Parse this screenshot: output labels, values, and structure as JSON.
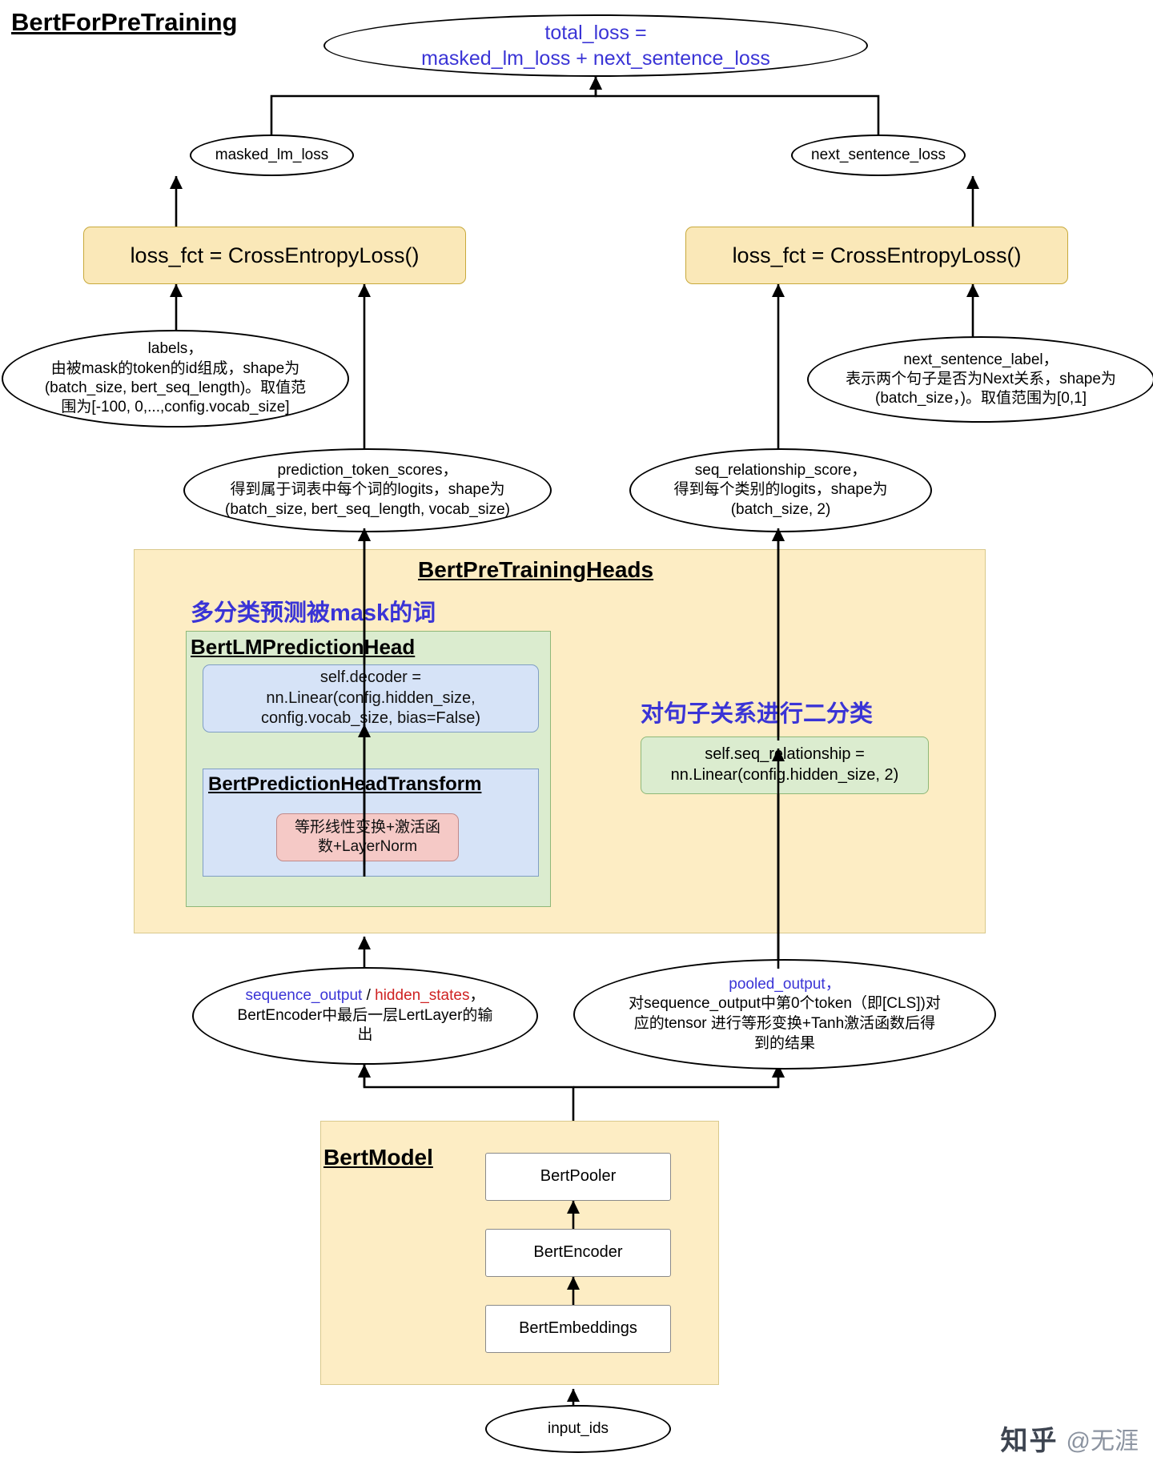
{
  "diagram": {
    "title": "BertForPreTraining",
    "watermark": {
      "site": "知乎",
      "handle": "@无涯"
    }
  },
  "colors": {
    "accent_blue": "#3a34d6",
    "accent_red": "#cf2222",
    "panel_yellow": "#fdedc4",
    "panel_green": "#dbeccf",
    "panel_blue": "#d6e3f7",
    "node_red": "#f5c9c6",
    "node_yellow": "#fae8b8"
  },
  "nodes": {
    "total_loss": "total_loss =\nmasked_lm_loss + next_sentence_loss",
    "masked_lm_loss": "masked_lm_loss",
    "next_sentence_loss": "next_sentence_loss",
    "loss_fct_left": "loss_fct = CrossEntropyLoss()",
    "loss_fct_right": "loss_fct = CrossEntropyLoss()",
    "labels_note": "labels，\n由被mask的token的id组成，shape为\n(batch_size, bert_seq_length)。取值范\n围为[-100, 0,...,config.vocab_size]",
    "next_sentence_label_note": "next_sentence_label，\n表示两个句子是否为Next关系，shape为\n(batch_size，)。取值范围为[0,1]",
    "prediction_token_scores_note": "prediction_token_scores，\n得到属于词表中每个词的logits，shape为\n(batch_size, bert_seq_length, vocab_size)",
    "seq_relationship_score_note": "seq_relationship_score，\n得到每个类别的logits，shape为\n(batch_size, 2)",
    "self_decoder": "self.decoder =\nnn.Linear(config.hidden_size,\nconfig.vocab_size, bias=False)",
    "transform_op": "等形线性变换+激活函\n数+LayerNorm",
    "self_seq_relationship": "self.seq_relationship =\nnn.Linear(config.hidden_size, 2)",
    "sequence_output_note_line1_a": "sequence_output",
    "sequence_output_note_sep": " / ",
    "sequence_output_note_line1_b": "hidden_states",
    "sequence_output_note_line1_c": "，",
    "sequence_output_note_rest": "BertEncoder中最后一层LertLayer的输\n出",
    "pooled_output_note_title": "pooled_output，",
    "pooled_output_note_rest": "对sequence_output中第0个token（即[CLS])对\n应的tensor 进行等形变换+Tanh激活函数后得\n到的结果",
    "bert_pooler": "BertPooler",
    "bert_encoder": "BertEncoder",
    "bert_embeddings": "BertEmbeddings",
    "input_ids": "input_ids"
  },
  "groups": {
    "pretraining_heads": "BertPreTrainingHeads",
    "lm_prediction_head": "BertLMPredictionHead",
    "prediction_head_transform": "BertPredictionHeadTransform",
    "bert_model": "BertModel"
  },
  "annotations": {
    "mlm_task": "多分类预测被mask的词",
    "nsp_task": "对句子关系进行二分类"
  }
}
